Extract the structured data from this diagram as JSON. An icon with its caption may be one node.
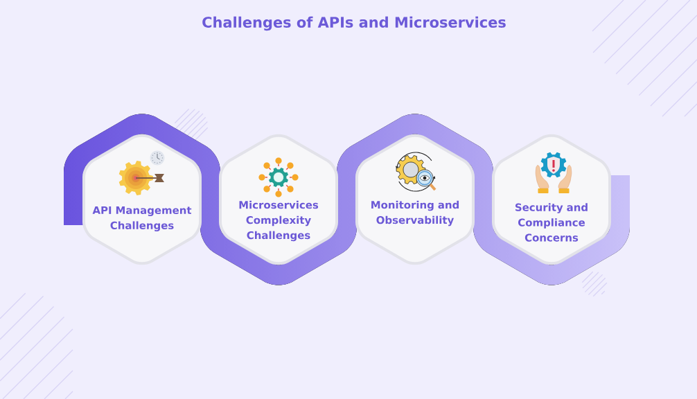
{
  "diagram": {
    "title": "Challenges of APIs and Microservices",
    "nodes": [
      {
        "text": [
          "API Management Challenges"
        ]
      },
      {
        "text": [
          "Microservices Complexity Challenges"
        ]
      },
      {
        "text": [
          "Monitoring and Observability"
        ]
      },
      {
        "text": [
          "Security and Compliance Concerns"
        ]
      }
    ]
  }
}
